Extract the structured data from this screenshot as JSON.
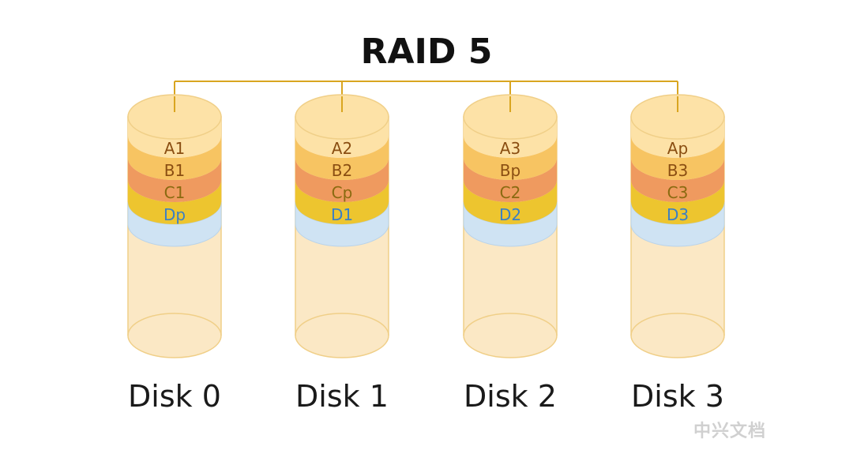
{
  "title": "RAID 5",
  "watermark": "中兴文档",
  "colors": {
    "connector": "#d9a520",
    "body_fill": "#fbe8c5",
    "body_stroke": "#f0cf88",
    "top_fill": "#fde2a7",
    "stripe_A": "#f7c462",
    "stripe_B": "#ef9a5f",
    "stripe_C": "#edc52f",
    "stripe_D": "#cfe3f3",
    "label_AB": "#8a4e12",
    "label_C": "#8a6a10",
    "label_D": "#3b7fc4"
  },
  "disks": [
    {
      "label": "Disk 0",
      "blocks": [
        "A1",
        "B1",
        "C1",
        "Dp"
      ]
    },
    {
      "label": "Disk 1",
      "blocks": [
        "A2",
        "B2",
        "Cp",
        "D1"
      ]
    },
    {
      "label": "Disk 2",
      "blocks": [
        "A3",
        "Bp",
        "C2",
        "D2"
      ]
    },
    {
      "label": "Disk 3",
      "blocks": [
        "Ap",
        "B3",
        "C3",
        "D3"
      ]
    }
  ]
}
